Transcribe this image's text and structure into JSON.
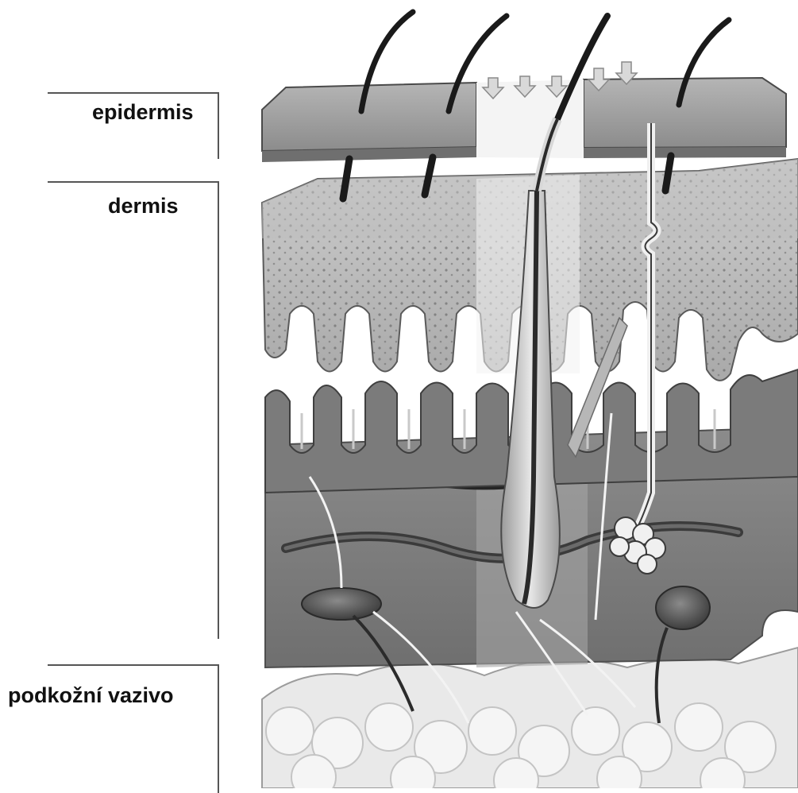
{
  "labels": {
    "epidermis": "epidermis",
    "dermis": "dermis",
    "subcutis": "podkožní vazivo"
  },
  "colors": {
    "background": "#ffffff",
    "label_text": "#111111",
    "bracket_line": "#555555",
    "skin_surface": "#9a9a9a",
    "dermis_light": "#d6d6d6",
    "dermis_dark": "#6e6e6e",
    "fat_tissue": "#e8e8e8",
    "hair": "#1c1c1c"
  },
  "illustration": {
    "subject": "skin-cross-section",
    "style": "grayscale"
  }
}
